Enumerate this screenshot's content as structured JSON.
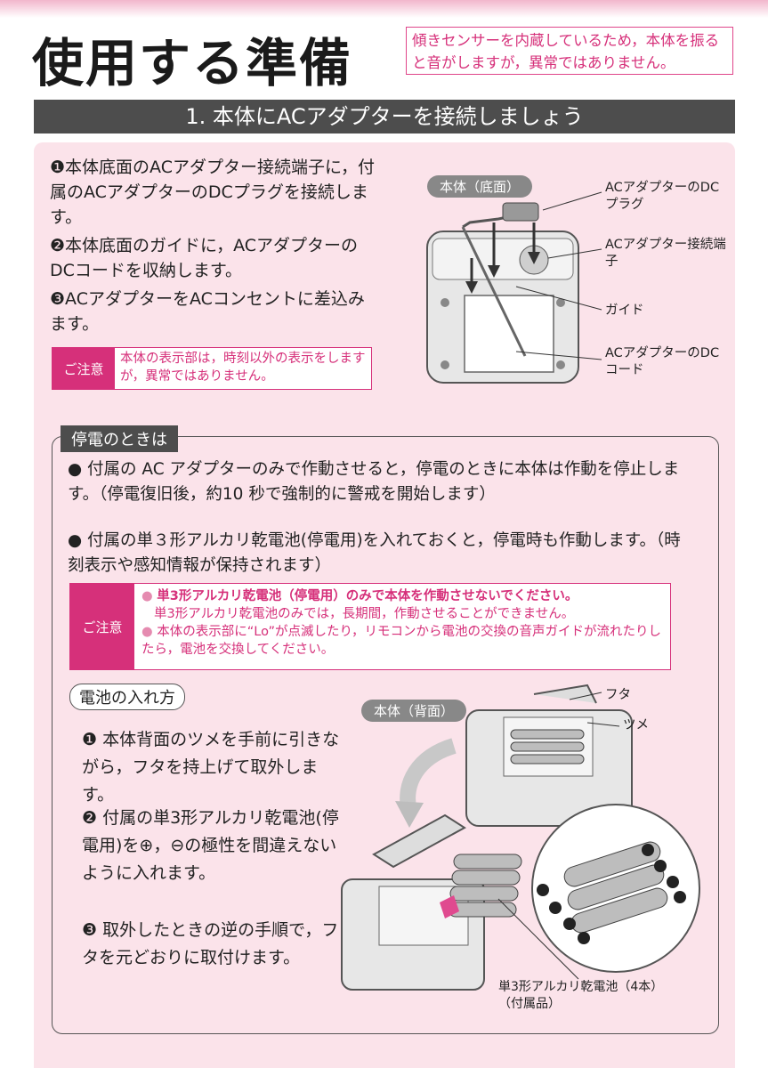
{
  "header": {
    "title": "使用する準備",
    "note": "傾きセンサーを内蔵しているため，本体を振ると音がしますが，異常ではありません。"
  },
  "section1": {
    "title": "1. 本体にACアダプターを接続しましょう",
    "steps": [
      "❶本体底面のACアダプター接続端子に，付属のACアダプターのDCプラグを接続します。",
      "❷本体底面のガイドに，ACアダプターのDCコードを収納します。",
      "❸ACアダプターをACコンセントに差込みます。"
    ],
    "caution_label": "ご注意",
    "caution_text": "本体の表示部は，時刻以外の表示をしますが，異常ではありません。",
    "diagram": {
      "tag": "本体（底面）",
      "labels": [
        "ACアダプターのDCプラグ",
        "ACアダプター接続端子",
        "ガイド",
        "ACアダプターのDCコード"
      ]
    }
  },
  "section2": {
    "title": "停電のときは",
    "bullets": [
      "● 付属の AC アダプターのみで作動させると，停電のときに本体は作動を停止します。（停電復旧後，約10 秒で強制的に警戒を開始します）",
      "● 付属の単３形アルカリ乾電池(停電用)を入れておくと，停電時も作動します。（時刻表示や感知情報が保持されます）"
    ],
    "caution_label": "ご注意",
    "caution_lines": [
      "単3形アルカリ乾電池（停電用）のみで本体を作動させないでください。",
      "単3形アルカリ乾電池のみでは，長期間，作動させることができません。",
      "本体の表示部に“Lo”が点滅したり，リモコンから電池の交換の音声ガイドが流れたりしたら，電池を交換してください。"
    ],
    "battery": {
      "title": "電池の入れ方",
      "steps": [
        "❶ 本体背面のツメを手前に引きながら，フタを持上げて取外します。",
        "❷ 付属の単3形アルカリ乾電池(停電用)を⊕，⊖の極性を間違えないように入れます。",
        "❸ 取外したときの逆の手順で，フタを元どおりに取付けます。"
      ],
      "diagram": {
        "tag": "本体（背面）",
        "labels": [
          "フタ",
          "ツメ",
          "単3形アルカリ乾電池（4本）（付属品）"
        ]
      }
    }
  }
}
